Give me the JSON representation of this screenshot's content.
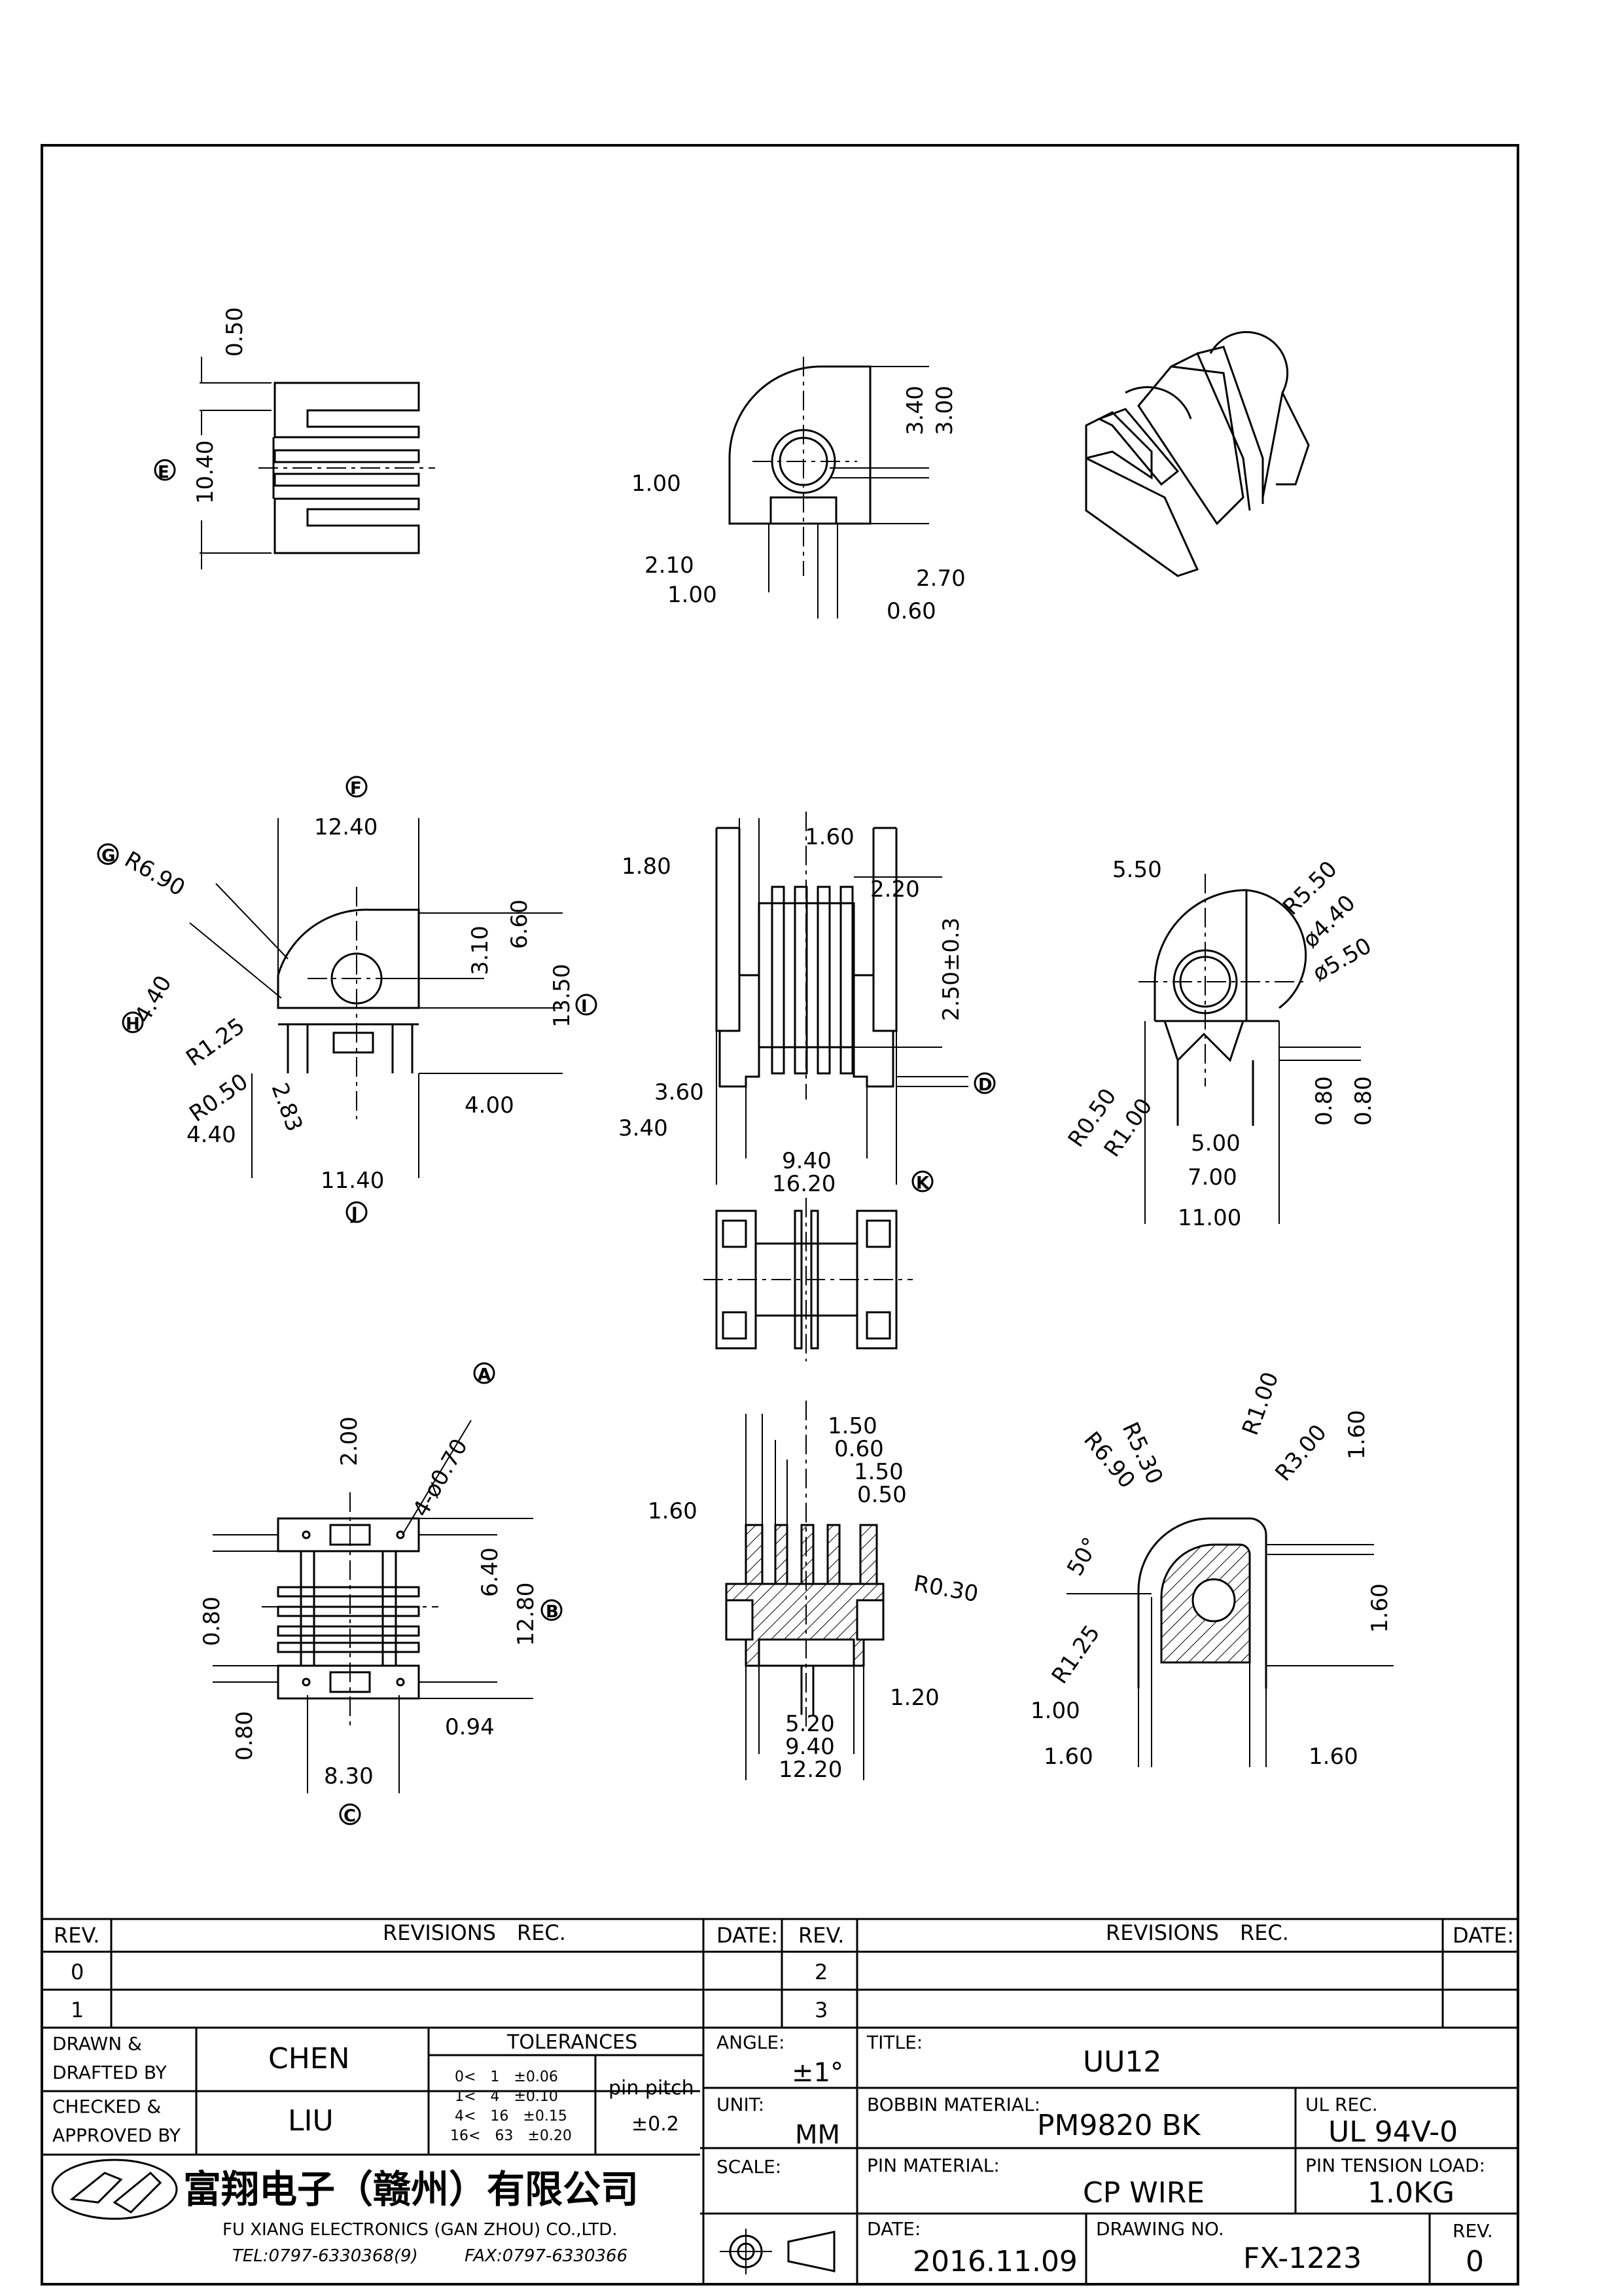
{
  "views": {
    "side": {
      "dims": [
        "0.50",
        "10.40"
      ],
      "labels": [
        "E"
      ]
    },
    "top": {
      "dims": [
        "1.00",
        "3.40",
        "3.00",
        "2.10",
        "1.00",
        "2.70",
        "0.60"
      ]
    },
    "front": {
      "dims": [
        "12.40",
        "R6.90",
        "4.40",
        "R1.25",
        "R0.50",
        "2.83",
        "3.10",
        "6.60",
        "13.50",
        "4.00",
        "4.40",
        "11.40"
      ],
      "labels": [
        "F",
        "G",
        "H",
        "I",
        "J"
      ]
    },
    "middle": {
      "dims": [
        "1.80",
        "1.60",
        "2.20",
        "2.50±0.3",
        "3.60",
        "3.40",
        "9.40",
        "16.20"
      ],
      "labels": [
        "D",
        "K"
      ]
    },
    "right": {
      "dims": [
        "5.50",
        "R5.50",
        "ø4.40",
        "ø5.50",
        "R0.50",
        "R1.00",
        "5.00",
        "7.00",
        "11.00",
        "0.80",
        "0.80"
      ]
    },
    "bottom": {
      "dims": [
        "2.00",
        "4-ø0.70",
        "6.40",
        "12.80",
        "0.80",
        "0.80",
        "0.94",
        "8.30"
      ],
      "labels": [
        "A",
        "B",
        "C"
      ]
    },
    "section": {
      "dims": [
        "1.50",
        "0.60",
        "1.50",
        "0.50",
        "1.60",
        "R0.30",
        "1.20",
        "5.20",
        "9.40",
        "12.20"
      ]
    },
    "detail": {
      "dims": [
        "R5.30",
        "R6.90",
        "R1.00",
        "R3.00",
        "1.60",
        "50°",
        "1.60",
        "R1.25",
        "1.00",
        "1.60",
        "1.60"
      ]
    }
  },
  "title_block": {
    "rev_header": "REV.",
    "revisions_header": "REVISIONS　REC.",
    "date_header": "DATE:",
    "rev_rows_left": [
      "0",
      "1"
    ],
    "rev_rows_right": [
      "2",
      "3"
    ],
    "drawn_label_1": "DRAWN &",
    "drawn_label_2": "DRAFTED BY",
    "drawn_by": "CHEN",
    "checked_label_1": "CHECKED &",
    "checked_label_2": "APPROVED BY",
    "approved_by": "LIU",
    "tolerances_title": "TOLERANCES",
    "tolerance_rows": [
      "0<　1　±0.06",
      "1<　4　±0.10",
      "4<　16　±0.15",
      "16<　63　±0.20"
    ],
    "pin_pitch_label": "pin pitch",
    "pin_pitch_value": "±0.2",
    "angle_label": "ANGLE:",
    "angle_value": "±1°",
    "unit_label": "UNIT:",
    "unit_value": "MM",
    "scale_label": "SCALE:",
    "title_label": "TITLE:",
    "title_value": "UU12",
    "bobbin_label": "BOBBIN MATERIAL:",
    "bobbin_value": "PM9820 BK",
    "ul_label": "UL REC.",
    "ul_value": "UL 94V-0",
    "pin_material_label": "PIN MATERIAL:",
    "pin_material_value": "CP WIRE",
    "pin_tension_label": "PIN TENSION LOAD:",
    "pin_tension_value": "1.0KG",
    "date_label": "DATE:",
    "date_value": "2016.11.09",
    "drawing_no_label": "DRAWING NO.",
    "drawing_no_value": "FX-1223",
    "rev_label": "REV.",
    "rev_value": "0",
    "company_cn": "富翔电子（赣州）有限公司",
    "company_en": "FU XIANG ELECTRONICS (GAN ZHOU) CO.,LTD.",
    "tel": "TEL:0797-6330368(9)",
    "fax": "FAX:0797-6330366"
  }
}
